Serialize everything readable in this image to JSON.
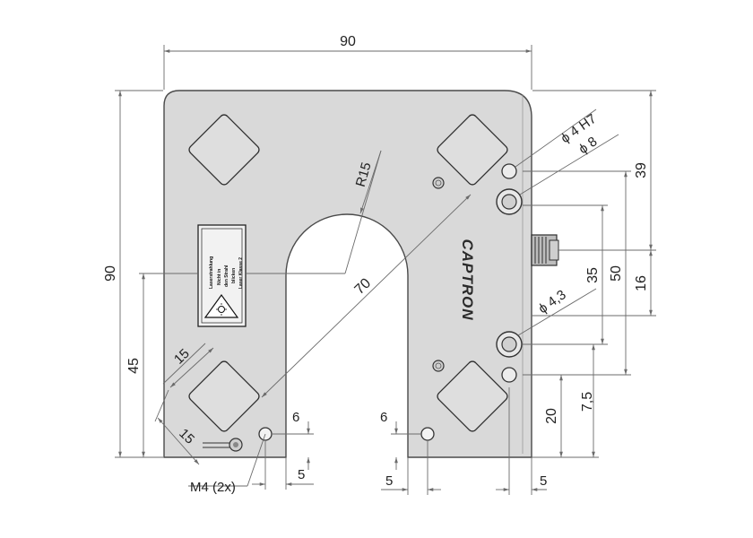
{
  "colors": {
    "plate": "#d9d9d9",
    "plate_edge": "#4a4a4a",
    "diamond": "#dedede",
    "dim_line": "#6b6b6b",
    "text": "#222222"
  },
  "brand": "CAPTRON",
  "dimensions": {
    "overall_width": "90",
    "overall_height": "90",
    "slot_radius": "R15",
    "diagonal": "70",
    "hole_small": "ϕ 4 H7",
    "hole_large": "ϕ 8",
    "hole_lower": "ϕ 4,3",
    "right_39": "39",
    "right_16": "16",
    "right_50": "50",
    "right_35": "35",
    "right_20": "20",
    "right_7_5": "7,5",
    "left_45": "45",
    "pad_15_top": "15",
    "pad_15_bottom": "15",
    "mount_6_left": "6",
    "mount_6_right": "6",
    "bottom_5_left": "5",
    "bottom_5_mid": "5",
    "bottom_5_right": "5",
    "mount_callout": "M4 (2x)"
  },
  "warning_label": {
    "lines": [
      "Laserstrahlung",
      "Nicht in",
      "den Strahl",
      "blicken",
      "Laser Klasse 2"
    ]
  },
  "icons": [
    "laser-warning-icon",
    "connector-icon"
  ]
}
